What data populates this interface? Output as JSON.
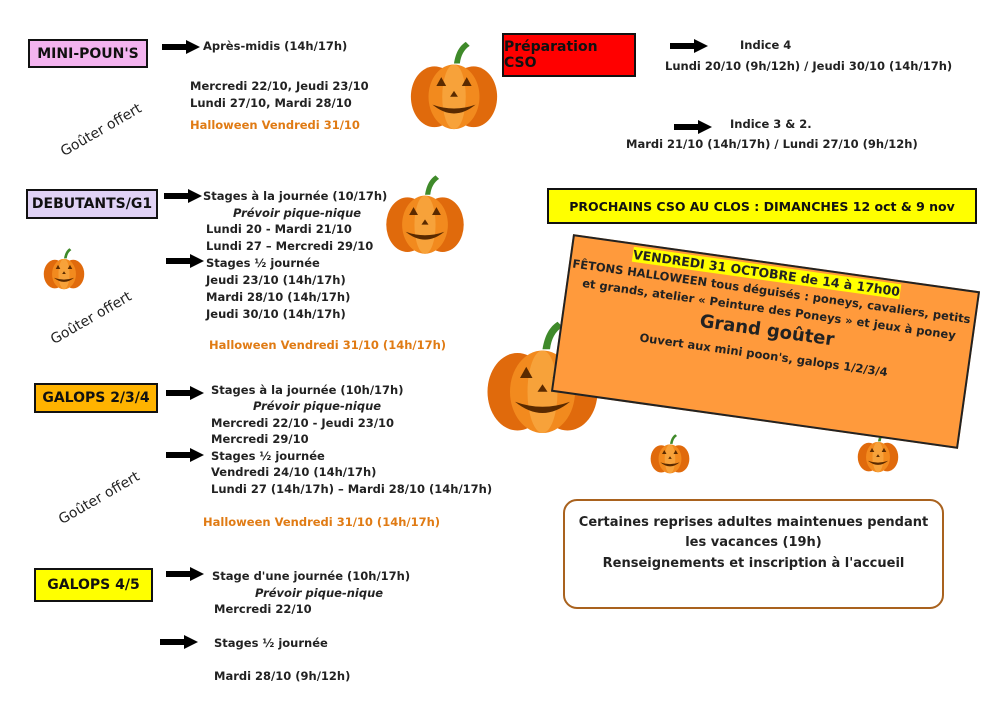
{
  "mini": {
    "label": "MINI-POUN'S",
    "arrow_text": "Après-midis (14h/17h)",
    "line1": "Mercredi 22/10, Jeudi 23/10",
    "line2": "Lundi 27/10, Mardi 28/10",
    "halloween": "Halloween Vendredi 31/10",
    "gouter": "Goûter offert"
  },
  "debutants": {
    "label": "DEBUTANTS/G1",
    "stage_journee": "Stages à la journée (10/17h)",
    "pique": "Prévoir pique-nique",
    "l1": "Lundi 20 - Mardi 21/10",
    "l2": "Lundi 27 – Mercredi 29/10",
    "stage_demi": "Stages ½ journée",
    "d1": "Jeudi 23/10 (14h/17h)",
    "d2": "Mardi 28/10 (14h/17h)",
    "d3": "Jeudi 30/10 (14h/17h)",
    "halloween": "Halloween Vendredi 31/10 (14h/17h)",
    "gouter": "Goûter offert"
  },
  "galops234": {
    "label": "GALOPS 2/3/4",
    "stage_journee": "Stages à la journée (10h/17h)",
    "pique": "Prévoir pique-nique",
    "l1": "Mercredi 22/10 - Jeudi 23/10",
    "l2": "Mercredi 29/10",
    "stage_demi": "Stages ½ journée",
    "d1": "Vendredi 24/10 (14h/17h)",
    "d2": "Lundi 27 (14h/17h) – Mardi 28/10 (14h/17h)",
    "halloween": "Halloween Vendredi 31/10 (14h/17h)",
    "gouter": "Goûter offert"
  },
  "galops45": {
    "label": "GALOPS 4/5",
    "stage_journee": "Stage d'une journée (10h/17h)",
    "pique": "Prévoir pique-nique",
    "l1": "Mercredi 22/10",
    "stage_demi": "Stages ½ journée",
    "d1": "Mardi 28/10 (9h/12h)"
  },
  "cso": {
    "label": "Préparation CSO",
    "indice4": "Indice 4",
    "indice4_dates": "Lundi 20/10 (9h/12h) / Jeudi 30/10 (14h/17h)",
    "indice32": "Indice 3 & 2.",
    "indice32_dates": "Mardi 21/10 (14h/17h) / Lundi 27/10 (9h/12h)"
  },
  "prochains": "PROCHAINS CSO AU CLOS  :  DIMANCHES 12 oct &   9 nov",
  "halloween_box": {
    "date": "VENDREDI 31 OCTOBRE de 14 à 17h00",
    "line1": "FÊTONS HALLOWEEN tous déguisés : poneys, cavaliers, petits",
    "line2": "et grands, atelier « Peinture des Poneys » et jeux à poney",
    "grand": "Grand goûter",
    "ouvert": "Ouvert aux mini poon's, galops 1/2/3/4"
  },
  "adultes": {
    "line1": "Certaines reprises adultes maintenues pendant",
    "line2": "les vacances (19h)",
    "line3": "Renseignements et inscription à l'accueil"
  },
  "colors": {
    "mini": "#f3b3ef",
    "debutants": "#e0d2f5",
    "galops234": "#ffb300",
    "galops45": "#ffff00",
    "cso": "#ff0000",
    "prochains": "#ffff00",
    "halloween_box": "#ff9a3c",
    "adultes_border": "#a9621e",
    "halloween_text": "#e07b14"
  }
}
